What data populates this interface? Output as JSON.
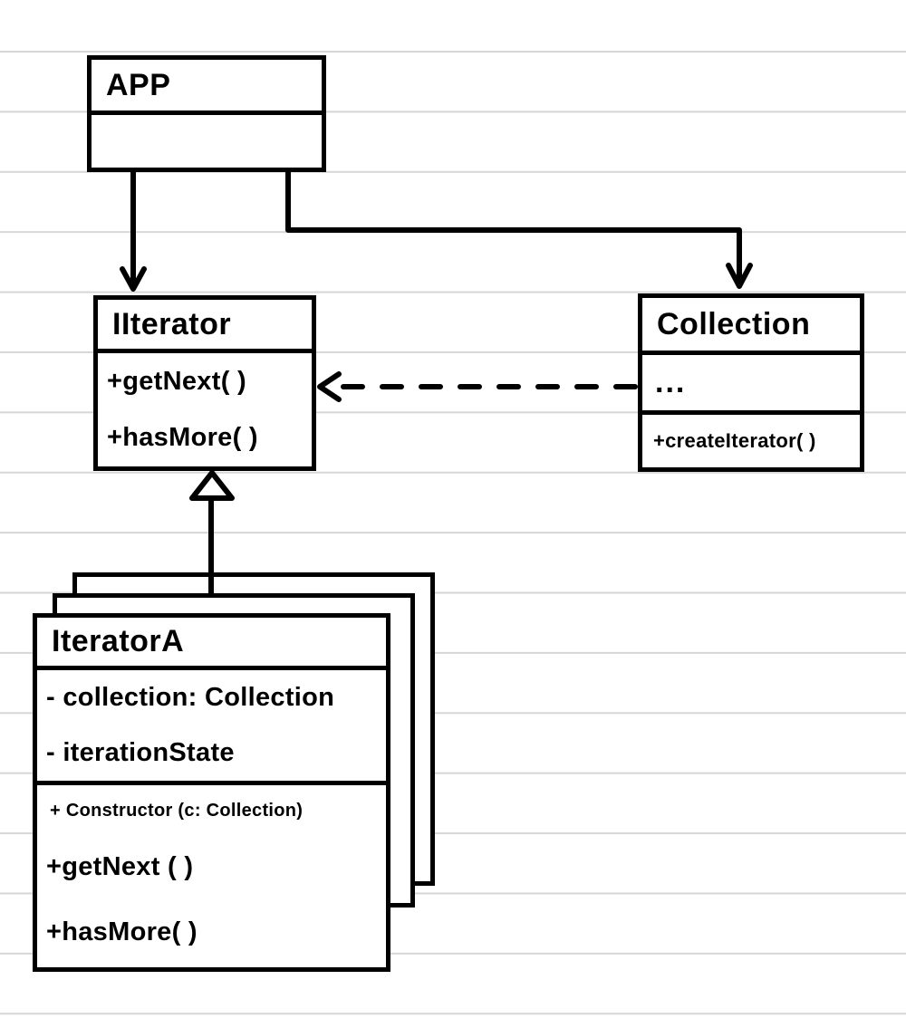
{
  "page": {
    "kind": "hand-drawn UML class diagram (Iterator design pattern) on ruled paper",
    "ink_color": "#000000",
    "paper_color": "#ffffff",
    "ruled_line_color": "#d6d6d6"
  },
  "classes": {
    "app": {
      "name": "APP"
    },
    "iiterator": {
      "name": "IIterator",
      "methods": [
        "+getNext( )",
        "+hasMore( )"
      ]
    },
    "collection": {
      "name": "Collection",
      "attributes": [
        "..."
      ],
      "methods": [
        "+createIterator( )"
      ]
    },
    "iterator_a": {
      "name": "IteratorA",
      "attributes": [
        "- collection: Collection",
        "- iterationState"
      ],
      "methods": [
        "+ Constructor (c: Collection)",
        "+getNext ( )",
        "+hasMore( )"
      ]
    }
  },
  "relationships": [
    {
      "from": "APP",
      "to": "IIterator",
      "type": "solid-arrow"
    },
    {
      "from": "APP",
      "to": "Collection",
      "type": "solid-arrow-elbow"
    },
    {
      "from": "Collection",
      "to": "IIterator",
      "type": "dashed-dependency-arrow"
    },
    {
      "from": "IteratorA",
      "to": "IIterator",
      "type": "generalization-hollow-triangle"
    }
  ],
  "notes": {
    "iterator_stack": "IteratorA box drawn as a stack of 3 offset cards implying multiple concrete iterators"
  }
}
